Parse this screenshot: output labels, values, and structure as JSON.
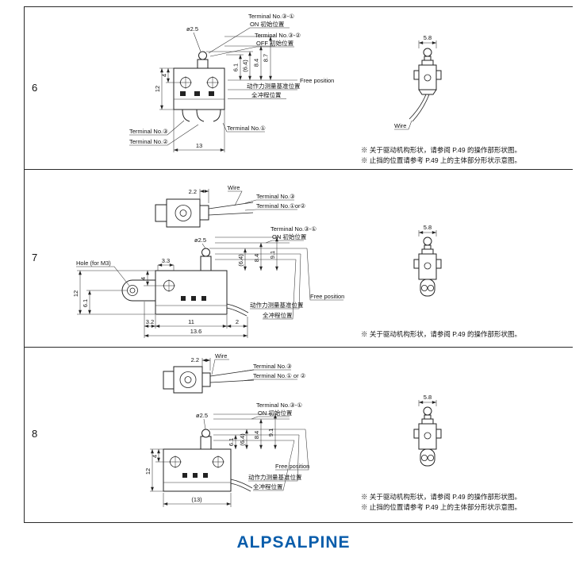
{
  "logo": {
    "text": "ALPSALPINE",
    "color": "#0a5dab"
  },
  "rows": [
    {
      "number": "6",
      "top_labels": {
        "term31": "Terminal No.③-①",
        "on_pos": "ON 初始位置",
        "term32": "Terminal No.③-②",
        "off_pos": "OFF 初始位置"
      },
      "main": {
        "dia": "ø2.5",
        "free": "Free position",
        "op_ref": "动作力测量基准位置",
        "full_stroke": "全冲程位置",
        "term1": "Terminal No.①",
        "term2": "Terminal No.②",
        "term3": "Terminal No.③",
        "dims": {
          "w": "13",
          "h": "12",
          "d4": "4",
          "d61": "6.1",
          "d64": "(6.4)",
          "d84": "8.4",
          "d87": "8.7"
        }
      },
      "side": {
        "dim": "5.8",
        "wire": "Wire"
      },
      "notes": [
        "※ 关于驱动机构形状，请参阅 P.49 的操作部形状图。",
        "※ 止挡的位置请参考 P.49 上的主体部分形状示意图。"
      ]
    },
    {
      "number": "7",
      "top_view": {
        "dim": "2.2",
        "wire": "Wire",
        "term3": "Terminal No.③",
        "term12": "Terminal No.①or②"
      },
      "main": {
        "dia": "ø2.5",
        "term31": "Terminal No.③-①",
        "on_pos": "ON 初始位置",
        "hole": "Hole (for M3)",
        "free": "Free position",
        "op_ref": "动作力测量基准位置",
        "full_stroke": "全冲程位置",
        "dims": {
          "d33": "3.3",
          "h": "12",
          "d61": "6.1",
          "d4": "4",
          "d64": "(6.4)",
          "d84": "8.4",
          "d91": "9.1",
          "d32": "3.2",
          "d11": "11",
          "d136": "13.6",
          "d2": "2"
        }
      },
      "side": {
        "dim": "5.8"
      },
      "notes": [
        "※ 关于驱动机构形状，请参阅 P.49 的操作部形状图。"
      ]
    },
    {
      "number": "8",
      "top_view": {
        "dim": "2.2",
        "wire": "Wire",
        "term3": "Terminal No.③",
        "term12": "Terminal No.① or ②"
      },
      "main": {
        "dia": "ø2.5",
        "term31": "Terminal No.③-①",
        "on_pos": "ON 初始位置",
        "free": "Free position",
        "op_ref": "动作力测量基准位置",
        "full_stroke": "全冲程位置",
        "dims": {
          "h": "12",
          "d4": "4",
          "d61": "6.1",
          "d64": "(6.4)",
          "d84": "8.4",
          "d91": "9.1",
          "w": "(13)"
        }
      },
      "side": {
        "dim": "5.8"
      },
      "notes": [
        "※ 关于驱动机构形状，请参阅 P.49 的操作部形状图。",
        "※ 止挡的位置请参考 P.49 上的主体部分形状示意图。"
      ]
    }
  ]
}
